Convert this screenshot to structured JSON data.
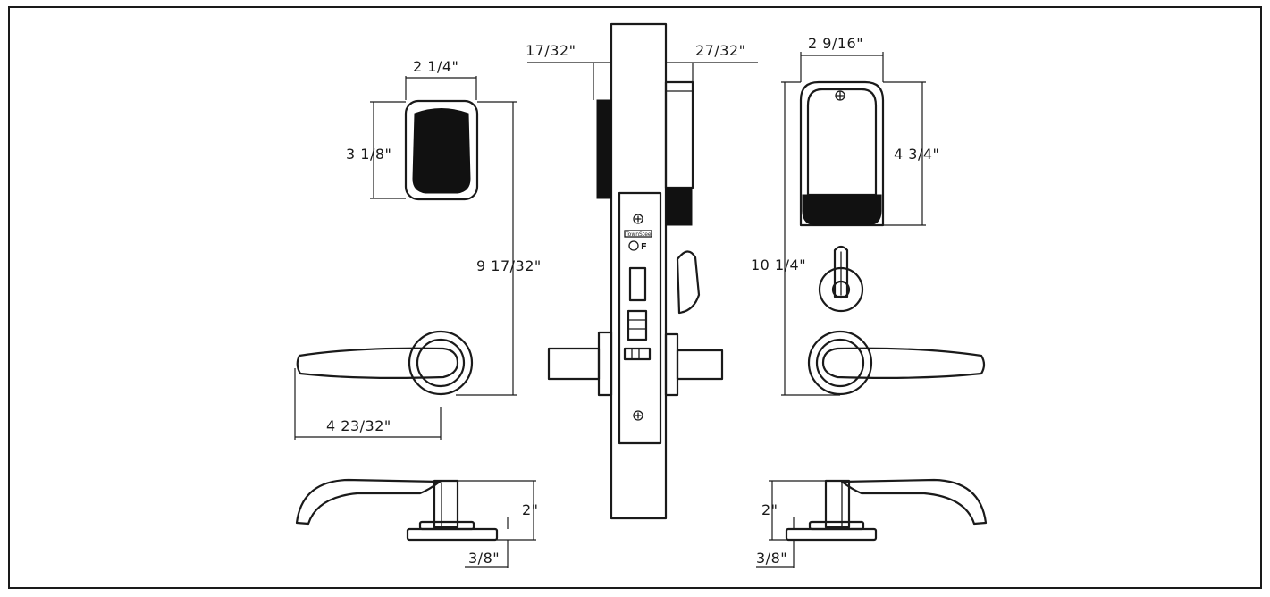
{
  "dimensions": {
    "top_left_width": "2 1/4\"",
    "top_left_height": "3 1/8\"",
    "overall_left_height": "9 17/32\"",
    "lever_length": "4 23/32\"",
    "case_front": "17/32\"",
    "case_back": "27/32\"",
    "top_right_width": "2 9/16\"",
    "top_right_height": "4 3/4\"",
    "overall_right_height": "10 1/4\"",
    "lever_projection_left": "2\"",
    "rose_thickness_left": "3/8\"",
    "lever_projection_right": "2\"",
    "rose_thickness_right": "3/8\""
  },
  "faceplate": {
    "brand": "TownSteel",
    "fire_rating": "F"
  }
}
